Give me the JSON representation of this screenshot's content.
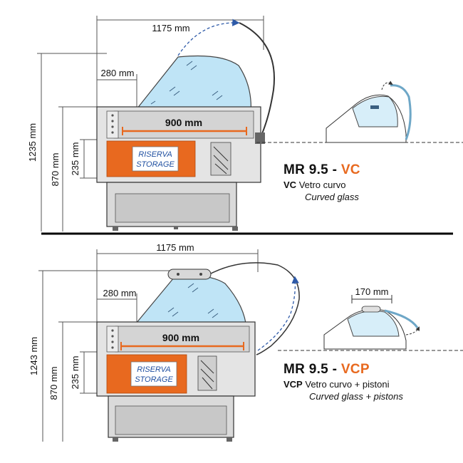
{
  "colors": {
    "accent": "#e8691f",
    "glass": "#bfe4f6",
    "body": "#e4e4e4",
    "arrow": "#2e5aa8"
  },
  "top": {
    "width_label": "1175 mm",
    "depth_label": "280 mm",
    "inner_label": "900 mm",
    "height_label": "1235 mm",
    "counter_label": "870 mm",
    "storage_height_label": "235 mm",
    "storage_text_1": "RISERVA",
    "storage_text_2": "STORAGE",
    "model_prefix": "MR 9.5 - ",
    "model_code": "VC",
    "sub_code": "VC",
    "sub_it": "Vetro curvo",
    "sub_en": "Curved glass"
  },
  "bottom": {
    "width_label": "1175 mm",
    "depth_label": "280 mm",
    "inner_label": "900 mm",
    "height_label": "1243 mm",
    "counter_label": "870 mm",
    "storage_height_label": "235 mm",
    "storage_text_1": "RISERVA",
    "storage_text_2": "STORAGE",
    "piston_label": "170 mm",
    "model_prefix": "MR 9.5 - ",
    "model_code": "VCP",
    "sub_code": "VCP",
    "sub_it": "Vetro curvo + pistoni",
    "sub_en": "Curved glass + pistons"
  }
}
